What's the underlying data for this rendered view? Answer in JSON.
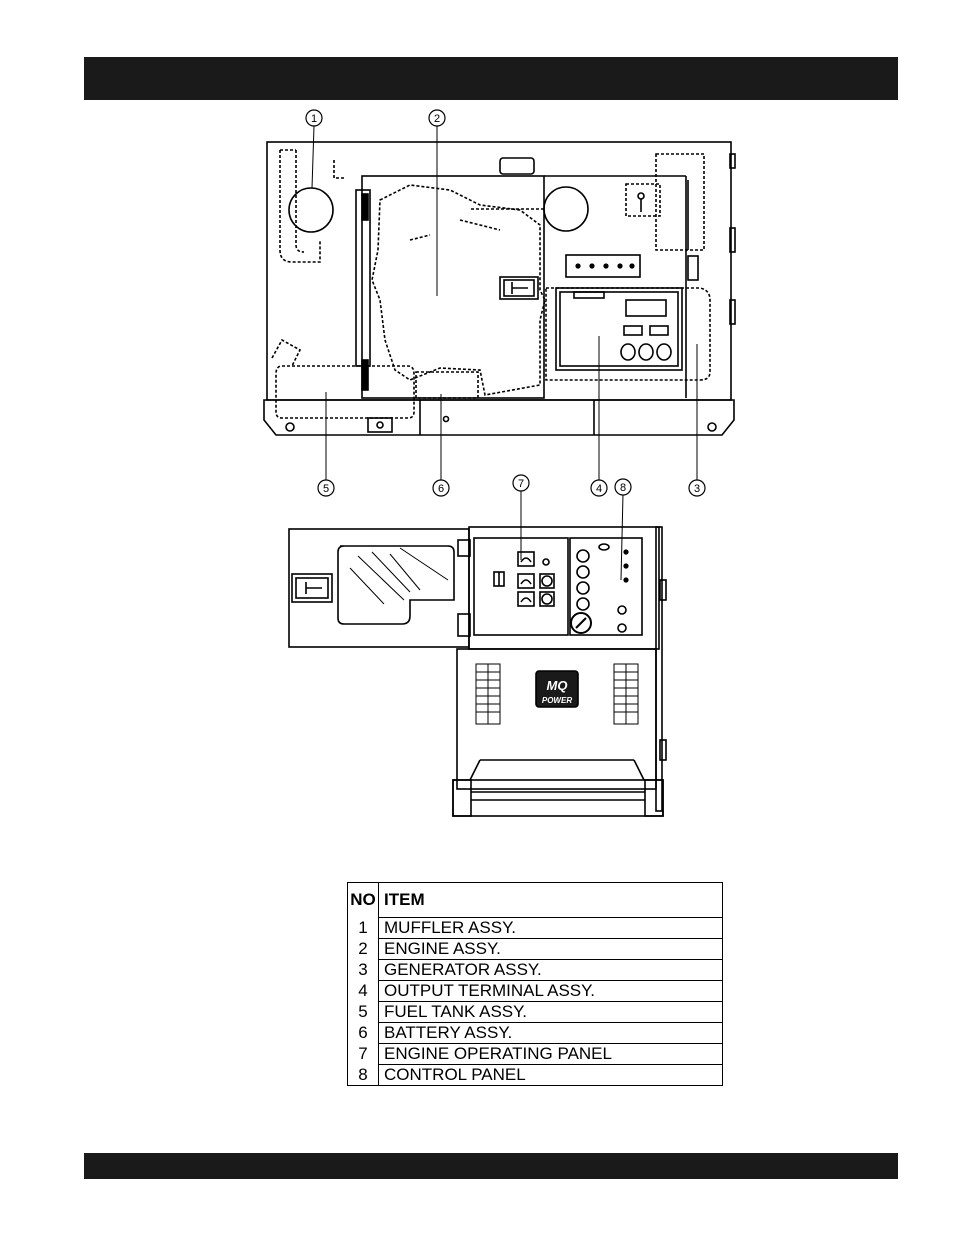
{
  "callouts": [
    "1",
    "2",
    "3",
    "4",
    "5",
    "6",
    "7",
    "8"
  ],
  "table": {
    "header_no": "NO",
    "header_item": "ITEM",
    "rows": [
      {
        "no": "1",
        "item": "MUFFLER ASSY."
      },
      {
        "no": "2",
        "item": "ENGINE ASSY."
      },
      {
        "no": "3",
        "item": "GENERATOR ASSY."
      },
      {
        "no": "4",
        "item": "OUTPUT TERMINAL ASSY."
      },
      {
        "no": "5",
        "item": "FUEL TANK ASSY."
      },
      {
        "no": "6",
        "item": "BATTERY ASSY."
      },
      {
        "no": "7",
        "item": "ENGINE OPERATING PANEL"
      },
      {
        "no": "8",
        "item": "CONTROL PANEL"
      }
    ]
  },
  "logo_text": "MQ POWER"
}
